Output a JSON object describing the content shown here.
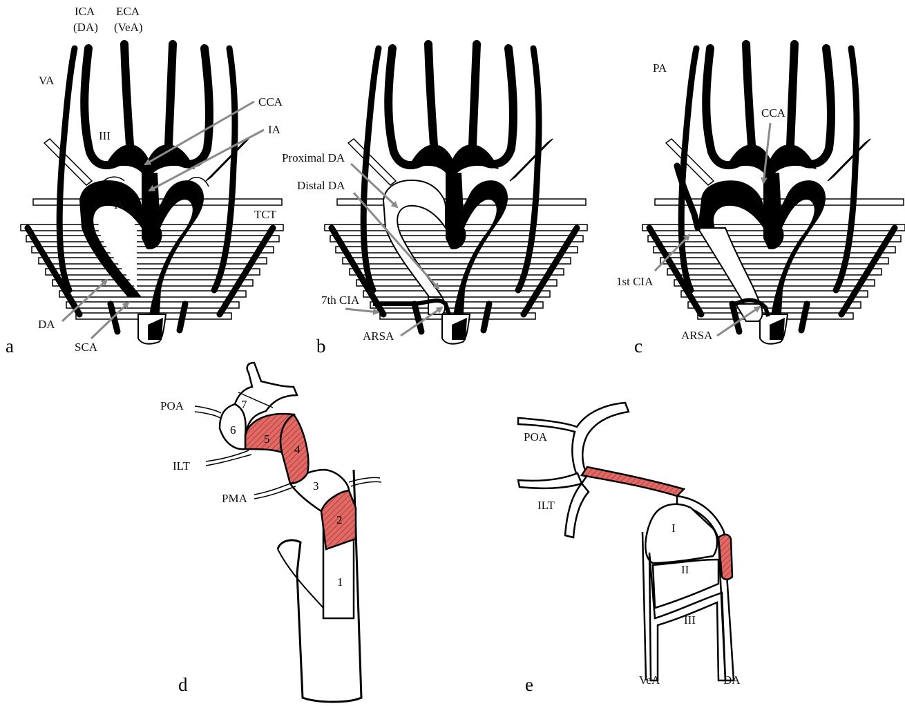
{
  "figure": {
    "panel_letters": [
      "a",
      "b",
      "c",
      "d",
      "e"
    ],
    "panel_a": {
      "icA": "ICA",
      "icA2": "(DA)",
      "ecA": "ECA",
      "ecA2": "(VeA)",
      "va": "VA",
      "iii": "III",
      "iv": "IV",
      "cca": "CCA",
      "ia": "IA",
      "tct": "TCT",
      "da": "DA",
      "sca": "SCA"
    },
    "panel_b": {
      "proximal_da": "Proximal DA",
      "distal_da": "Distal DA",
      "cia7": "7th CIA",
      "arsa": "ARSA"
    },
    "panel_c": {
      "pa": "PA",
      "cca": "CCA",
      "cia1": "1st CIA",
      "arsa": "ARSA"
    },
    "panel_d": {
      "poa": "POA",
      "ilt": "ILT",
      "pma": "PMA",
      "segments": [
        "1",
        "2",
        "3",
        "4",
        "5",
        "6",
        "7"
      ]
    },
    "panel_e": {
      "poa": "POA",
      "ilt": "ILT",
      "i": "I",
      "ii": "II",
      "iii": "III",
      "vea": "VeA",
      "da": "DA"
    }
  },
  "colors": {
    "vessel": "#000000",
    "arrow": "#8a8a8a",
    "highlight": "#d9534f"
  }
}
